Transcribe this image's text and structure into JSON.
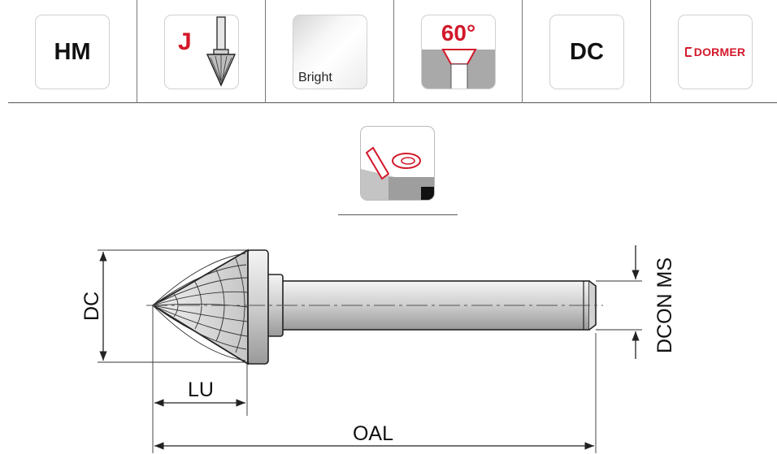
{
  "header_icons": {
    "material": "HM",
    "shape_letter": "J",
    "coating": "Bright",
    "angle": "60°",
    "dimension_code": "DC",
    "brand": "DORMER"
  },
  "dimensions": {
    "dc": "DC",
    "lu": "LU",
    "oal": "OAL",
    "dcon_ms": "DCON MS"
  },
  "colors": {
    "accent_red": "#d3182a",
    "outline": "#222222",
    "tool_grey": "#cfcfcf"
  },
  "icons": {
    "shape": "cone-burr-icon",
    "application": "countersink-application-icon"
  }
}
